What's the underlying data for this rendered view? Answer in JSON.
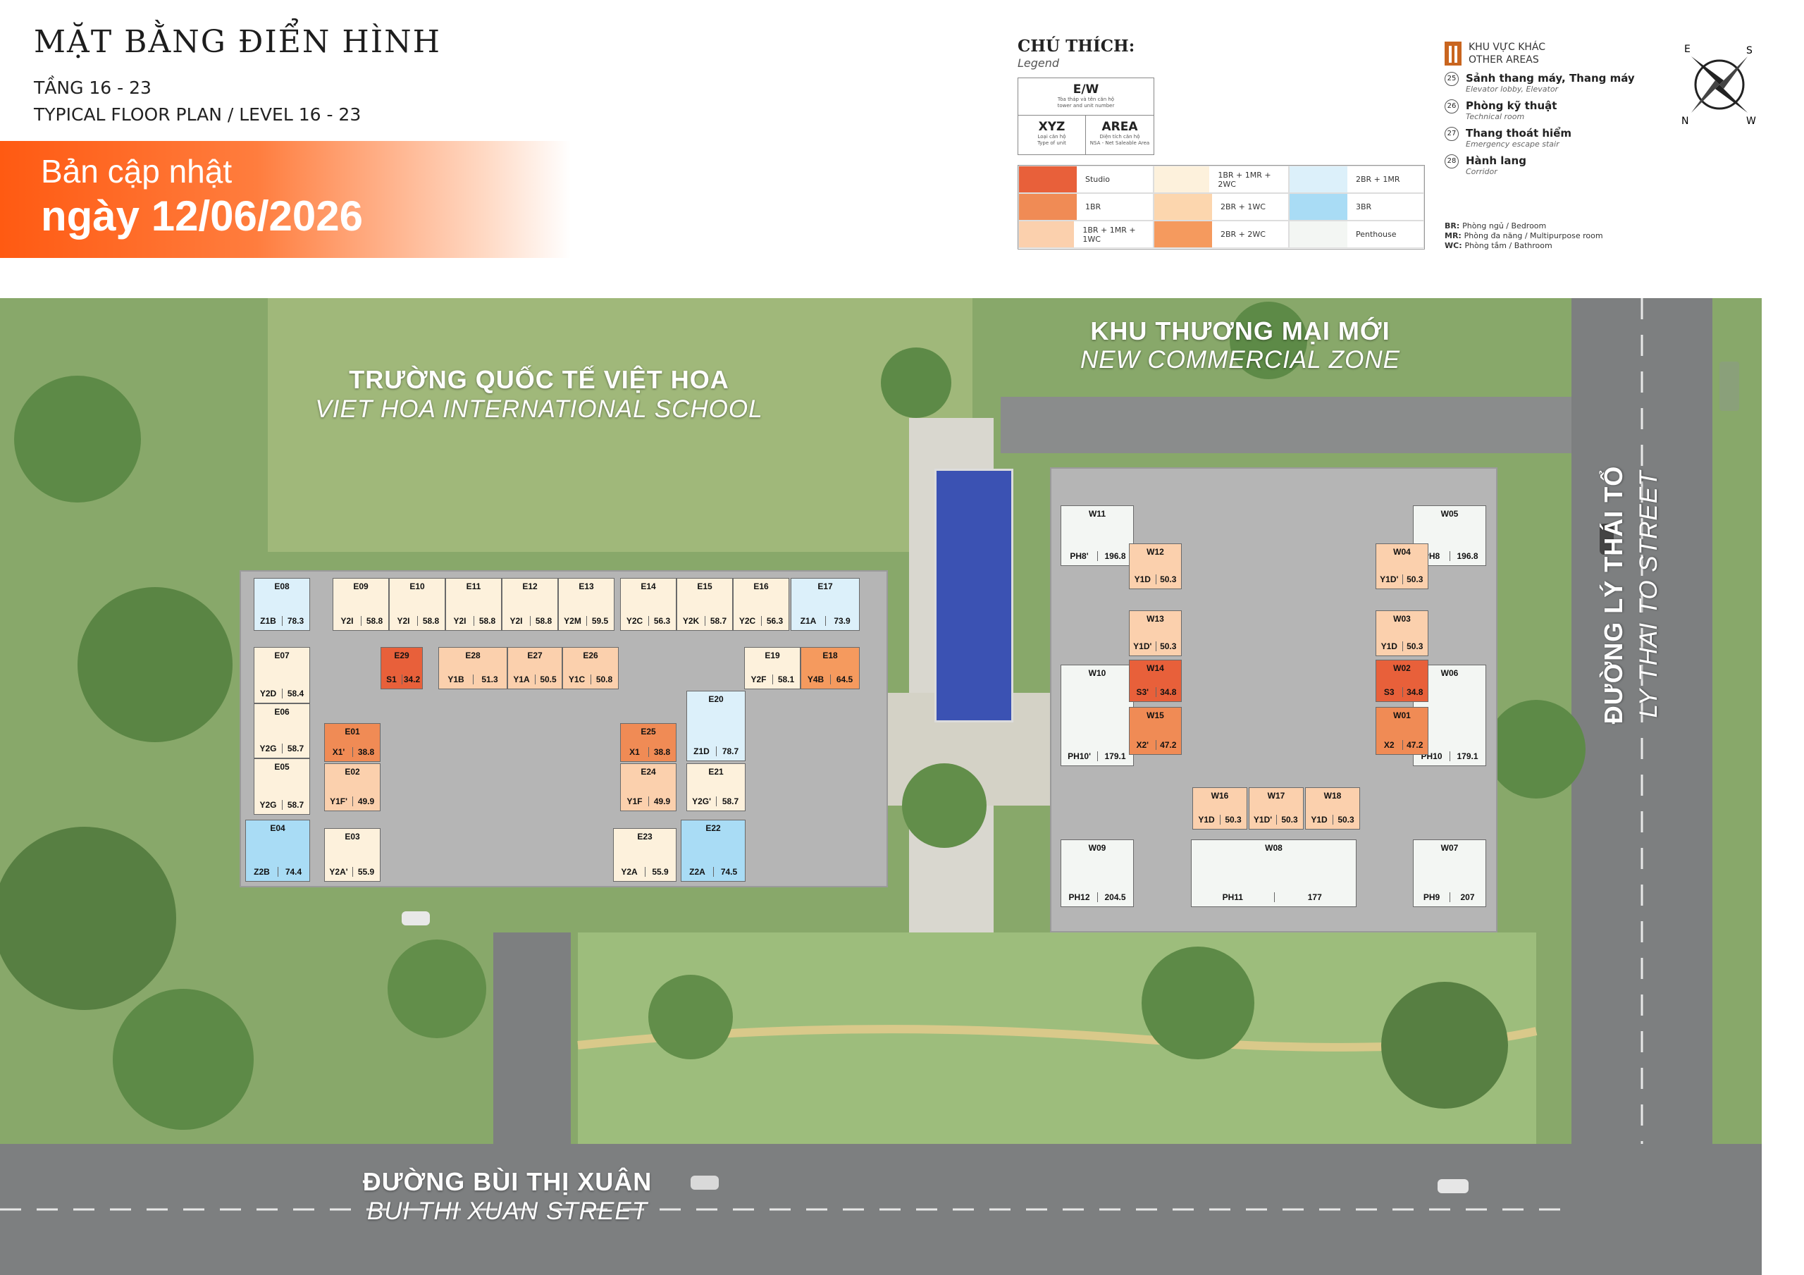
{
  "header": {
    "title": "MẶT BẰNG ĐIỂN HÌNH",
    "floors_vi": "TẦNG 16 - 23",
    "floors_en": "TYPICAL FLOOR PLAN / LEVEL 16 - 23",
    "banner_line1": "Bản cập nhật",
    "banner_line2": "ngày 12/06/2026"
  },
  "legend": {
    "title": "CHÚ THÍCH:",
    "subtitle": "Legend",
    "key_top": "E/W",
    "key_top_desc": "Tòa tháp và tên căn hộ",
    "key_top_desc_en": "tower and unit number",
    "key_left": "XYZ",
    "key_left_desc": "Loại căn hộ",
    "key_left_desc_en": "Type of unit",
    "key_right": "AREA",
    "key_right_desc": "Diện tích căn hộ",
    "key_right_desc_en": "NSA - Net Saleable Area",
    "types": [
      {
        "label": "Studio",
        "color": "#e8603a"
      },
      {
        "label": "1BR + 1MR + 2WC",
        "color": "#fdf1dc"
      },
      {
        "label": "2BR + 1MR",
        "color": "#dcf0fa"
      },
      {
        "label": "1BR",
        "color": "#f08b55"
      },
      {
        "label": "2BR + 1WC",
        "color": "#fcd6ae"
      },
      {
        "label": "3BR",
        "color": "#a9dcf5"
      },
      {
        "label": "1BR + 1MR + 1WC",
        "color": "#fbd0ad"
      },
      {
        "label": "2BR + 2WC",
        "color": "#f59a5e"
      },
      {
        "label": "Penthouse",
        "color": "#f3f6f3"
      }
    ]
  },
  "other_areas": {
    "title_vi": "KHU VỰC KHÁC",
    "title_en": "OTHER AREAS",
    "items": [
      {
        "num": "25",
        "vi": "Sảnh thang máy, Thang máy",
        "en": "Elevator lobby, Elevator"
      },
      {
        "num": "26",
        "vi": "Phòng kỹ thuật",
        "en": "Technical room"
      },
      {
        "num": "27",
        "vi": "Thang thoát hiểm",
        "en": "Emergency escape stair"
      },
      {
        "num": "28",
        "vi": "Hành lang",
        "en": "Corridor"
      }
    ],
    "abbr": [
      {
        "k": "BR:",
        "v": "Phòng ngủ / Bedroom"
      },
      {
        "k": "MR:",
        "v": "Phòng đa năng / Multipurpose room"
      },
      {
        "k": "WC:",
        "v": "Phòng tắm / Bathroom"
      }
    ]
  },
  "compass": {
    "n": "N",
    "s": "S",
    "e": "E",
    "w": "W"
  },
  "places": {
    "school_vi": "TRƯỜNG QUỐC TẾ VIỆT HOA",
    "school_en": "VIET HOA INTERNATIONAL SCHOOL",
    "commercial_vi": "KHU THƯƠNG MẠI MỚI",
    "commercial_en": "NEW COMMERCIAL ZONE",
    "street1_vi": "ĐƯỜNG BÙI THỊ XUÂN",
    "street1_en": "BUI THI XUAN STREET",
    "street2_vi": "ĐƯỜNG LÝ THÁI TỔ",
    "street2_en": "LY THAI TO STREET"
  },
  "units_e": [
    {
      "code": "E08",
      "type": "Z1B",
      "area": "78.3",
      "fill": "#dcf0fa"
    },
    {
      "code": "E09",
      "type": "Y2I",
      "area": "58.8",
      "fill": "#fdf1dc"
    },
    {
      "code": "E10",
      "type": "Y2I",
      "area": "58.8",
      "fill": "#fdf1dc"
    },
    {
      "code": "E11",
      "type": "Y2I",
      "area": "58.8",
      "fill": "#fdf1dc"
    },
    {
      "code": "E12",
      "type": "Y2I",
      "area": "58.8",
      "fill": "#fdf1dc"
    },
    {
      "code": "E13",
      "type": "Y2M",
      "area": "59.5",
      "fill": "#fdf1dc"
    },
    {
      "code": "E14",
      "type": "Y2C",
      "area": "56.3",
      "fill": "#fdf1dc"
    },
    {
      "code": "E15",
      "type": "Y2K",
      "area": "58.7",
      "fill": "#fdf1dc"
    },
    {
      "code": "E16",
      "type": "Y2C",
      "area": "56.3",
      "fill": "#fdf1dc"
    },
    {
      "code": "E17",
      "type": "Z1A",
      "area": "73.9",
      "fill": "#dcf0fa"
    },
    {
      "code": "E07",
      "type": "Y2D",
      "area": "58.4",
      "fill": "#fdf1dc"
    },
    {
      "code": "E29",
      "type": "S1",
      "area": "34.2",
      "fill": "#e8603a"
    },
    {
      "code": "E28",
      "type": "Y1B",
      "area": "51.3",
      "fill": "#fbd0ad"
    },
    {
      "code": "E27",
      "type": "Y1A",
      "area": "50.5",
      "fill": "#fbd0ad"
    },
    {
      "code": "E26",
      "type": "Y1C",
      "area": "50.8",
      "fill": "#fbd0ad"
    },
    {
      "code": "E19",
      "type": "Y2F",
      "area": "58.1",
      "fill": "#fdf1dc"
    },
    {
      "code": "E18",
      "type": "Y4B",
      "area": "64.5",
      "fill": "#f59a5e"
    },
    {
      "code": "E06",
      "type": "Y2G",
      "area": "58.7",
      "fill": "#fdf1dc"
    },
    {
      "code": "E01",
      "type": "X1'",
      "area": "38.8",
      "fill": "#f08b55"
    },
    {
      "code": "E25",
      "type": "X1",
      "area": "38.8",
      "fill": "#f08b55"
    },
    {
      "code": "E20",
      "type": "Z1D",
      "area": "78.7",
      "fill": "#dcf0fa"
    },
    {
      "code": "E05",
      "type": "Y2G",
      "area": "58.7",
      "fill": "#fdf1dc"
    },
    {
      "code": "E02",
      "type": "Y1F'",
      "area": "49.9",
      "fill": "#fbd0ad"
    },
    {
      "code": "E24",
      "type": "Y1F",
      "area": "49.9",
      "fill": "#fbd0ad"
    },
    {
      "code": "E21",
      "type": "Y2G'",
      "area": "58.7",
      "fill": "#fdf1dc"
    },
    {
      "code": "E04",
      "type": "Z2B",
      "area": "74.4",
      "fill": "#a9dcf5"
    },
    {
      "code": "E03",
      "type": "Y2A'",
      "area": "55.9",
      "fill": "#fdf1dc"
    },
    {
      "code": "E23",
      "type": "Y2A",
      "area": "55.9",
      "fill": "#fdf1dc"
    },
    {
      "code": "E22",
      "type": "Z2A",
      "area": "74.5",
      "fill": "#a9dcf5"
    }
  ],
  "units_w": [
    {
      "code": "W11",
      "type": "PH8'",
      "area": "196.8",
      "fill": "#f3f6f3"
    },
    {
      "code": "W05",
      "type": "PH8",
      "area": "196.8",
      "fill": "#f3f6f3"
    },
    {
      "code": "W12",
      "type": "Y1D",
      "area": "50.3",
      "fill": "#fbd0ad"
    },
    {
      "code": "W04",
      "type": "Y1D'",
      "area": "50.3",
      "fill": "#fbd0ad"
    },
    {
      "code": "W13",
      "type": "Y1D'",
      "area": "50.3",
      "fill": "#fbd0ad"
    },
    {
      "code": "W03",
      "type": "Y1D",
      "area": "50.3",
      "fill": "#fbd0ad"
    },
    {
      "code": "W10",
      "type": "PH10'",
      "area": "179.1",
      "fill": "#f3f6f3"
    },
    {
      "code": "W06",
      "type": "PH10",
      "area": "179.1",
      "fill": "#f3f6f3"
    },
    {
      "code": "W14",
      "type": "S3'",
      "area": "34.8",
      "fill": "#e8603a"
    },
    {
      "code": "W02",
      "type": "S3",
      "area": "34.8",
      "fill": "#e8603a"
    },
    {
      "code": "W15",
      "type": "X2'",
      "area": "47.2",
      "fill": "#f08b55"
    },
    {
      "code": "W01",
      "type": "X2",
      "area": "47.2",
      "fill": "#f08b55"
    },
    {
      "code": "W16",
      "type": "Y1D",
      "area": "50.3",
      "fill": "#fbd0ad"
    },
    {
      "code": "W17",
      "type": "Y1D'",
      "area": "50.3",
      "fill": "#fbd0ad"
    },
    {
      "code": "W18",
      "type": "Y1D",
      "area": "50.3",
      "fill": "#fbd0ad"
    },
    {
      "code": "W09",
      "type": "PH12",
      "area": "204.5",
      "fill": "#f3f6f3"
    },
    {
      "code": "W08",
      "type": "PH11",
      "area": "177",
      "fill": "#f3f6f3"
    },
    {
      "code": "W07",
      "type": "PH9",
      "area": "207",
      "fill": "#f3f6f3"
    }
  ]
}
